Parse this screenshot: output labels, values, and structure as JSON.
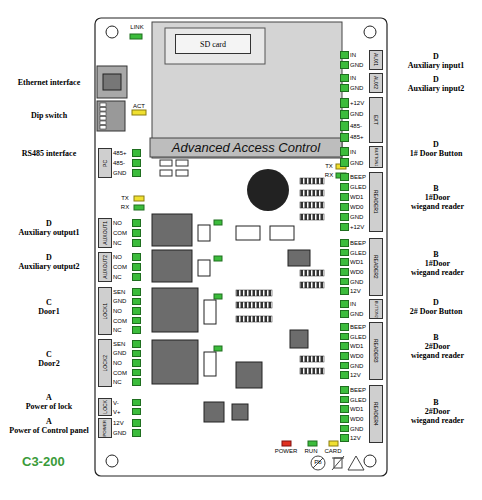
{
  "diagram": {
    "nodes": [
      {
        "text": [
          "Advanced Access Control"
        ]
      },
      {
        "text": [
          "SD card"
        ],
        "in": 0
      },
      {
        "text": [
          "PC",
          "485+",
          "485-",
          "GND"
        ],
        "in": 0
      },
      {
        "text": [
          "AUXOUT1",
          "NO",
          "COM",
          "NC"
        ],
        "in": 0
      },
      {
        "text": [
          "AUXOUT2",
          "NO",
          "COM",
          "NC"
        ],
        "in": 0
      },
      {
        "text": [
          "LOCK1",
          "SEN",
          "GND",
          "NO",
          "COM",
          "NC"
        ],
        "in": 0
      },
      {
        "text": [
          "LOCK2",
          "SEN",
          "GND",
          "NO",
          "COM",
          "NC"
        ],
        "in": 0
      },
      {
        "text": [
          "LOCK",
          "V-",
          "V+"
        ],
        "in": 0
      },
      {
        "text": [
          "POWER",
          "12V",
          "GND"
        ],
        "in": 0
      },
      {
        "text": [
          "AUX1",
          "IN",
          "GND"
        ],
        "in": 0
      },
      {
        "text": [
          "AUX2",
          "IN",
          "GND"
        ],
        "in": 0
      },
      {
        "text": [
          "EXT",
          "+12V",
          "GND",
          "485-",
          "485+"
        ],
        "in": 0
      },
      {
        "text": [
          "BUTTON1",
          "IN",
          "GND"
        ],
        "in": 0
      },
      {
        "text": [
          "READER1",
          "BEEP",
          "GLED",
          "WD1",
          "WD0",
          "GND",
          "+12V"
        ],
        "in": 0
      },
      {
        "text": [
          "READER2",
          "BEEP",
          "GLED",
          "WD1",
          "WD0",
          "GND",
          "12V"
        ],
        "in": 0
      },
      {
        "text": [
          "BUTTON2",
          "IN",
          "GND"
        ],
        "in": 0
      },
      {
        "text": [
          "READER3",
          "BEEP",
          "GLED",
          "WD1",
          "WD0",
          "GND",
          "12V"
        ],
        "in": 0
      },
      {
        "text": [
          "READER4",
          "BEEP",
          "GLED",
          "WD1",
          "WD0",
          "GND",
          "12V"
        ],
        "in": 0
      }
    ],
    "labels": [
      "LINK",
      "Ethernet interface",
      "Dip switch",
      "ACT",
      "RS485 interface",
      "TX",
      "RX",
      "D",
      "Auxiliary output1",
      "D",
      "Auxiliary output2",
      "C",
      "Door1",
      "C",
      "Door2",
      "A",
      "Power of lock",
      "A",
      "Power of Control panel",
      "C3-200",
      "TX",
      "RX",
      "POWER",
      "RUN",
      "CARD",
      "D",
      "Auxiliary input1",
      "D",
      "Auxiliary input2",
      "D",
      "1# Door Button",
      "B",
      "1#Door wiegand reader",
      "B",
      "1#Door wiegand reader",
      "D",
      "2# Door Button",
      "B",
      "2#Door wiegand reader",
      "B",
      "2#Door wiegand reader",
      "Pb"
    ]
  }
}
